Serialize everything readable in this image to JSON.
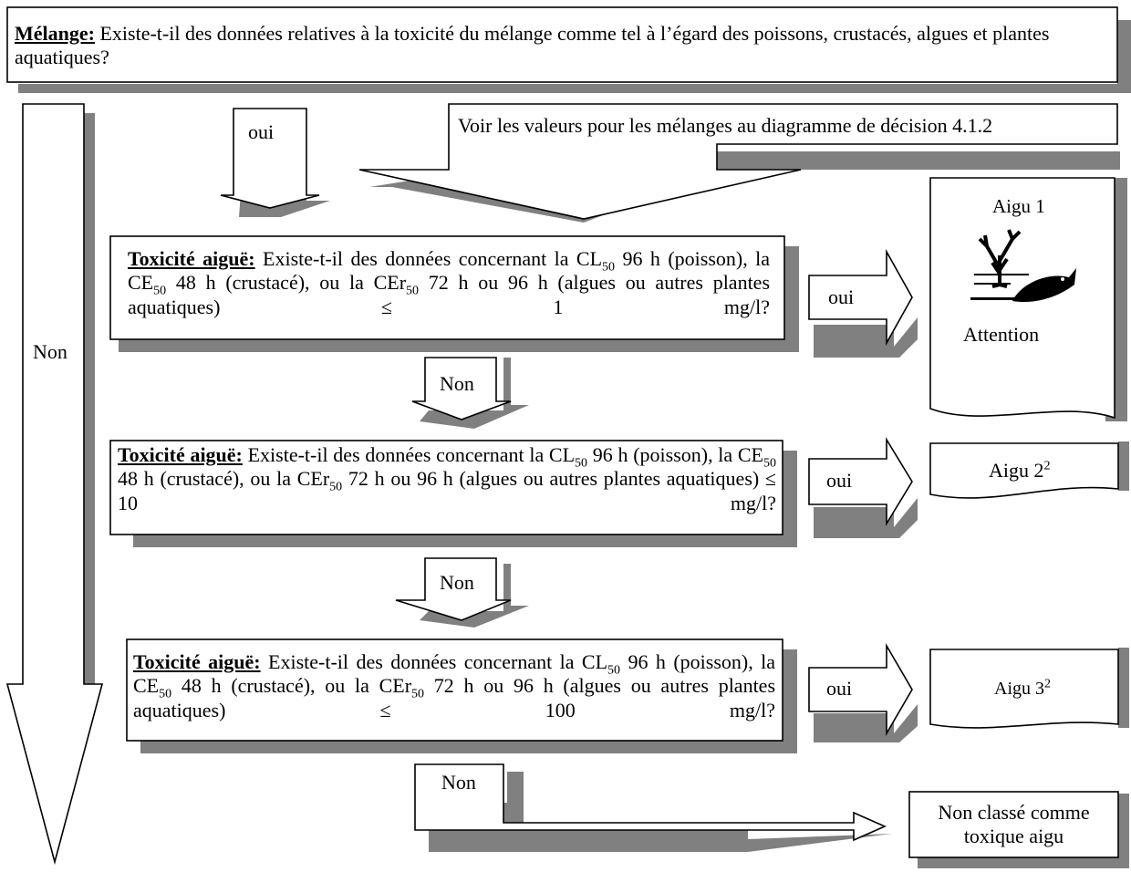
{
  "top_box": {
    "term": "Mélange:",
    "question": "Existe-t-il des données relatives à la toxicité du mélange comme tel à l’égard des poissons, crustacés, algues et plantes aquatiques?"
  },
  "see_values_note": "Voir les valeurs pour les mélanges au diagramme de décision 4.1.2",
  "left_arrow_label": "Non",
  "top_yes_label": "oui",
  "questions": [
    {
      "term": "Toxicité aiguë:",
      "q1": "Existe-t-il des données concernant la CL",
      "sub1": "50",
      "q2": "96 h (poisson), la CE",
      "sub2": "50",
      "q3": "48 h (crustacé), ou la CEr",
      "sub3": "50",
      "q4": "72 h ou 96 h (algues ou autres plantes aquatiques) ≤ 1 mg/l?",
      "yes_label": "oui",
      "no_label": "Non"
    },
    {
      "term": "Toxicité aiguë:",
      "q1": "Existe-t-il des données concernant la CL",
      "sub1": "50",
      "q2": "96 h (poisson), la CE",
      "sub2": "50",
      "q3": "48 h (crustacé), ou la CEr",
      "sub3": "50",
      "q4": "72 h ou 96 h (algues ou autres plantes aquatiques) ≤ 10 mg/l?",
      "yes_label": "oui",
      "no_label": "Non"
    },
    {
      "term": "Toxicité aiguë:",
      "q1": "Existe-t-il des données concernant la CL",
      "sub1": "50",
      "q2": "96 h (poisson), la CE",
      "sub2": "50",
      "q3": "48 h (crustacé), ou la CEr",
      "sub3": "50",
      "q4": "72 h ou 96 h (algues ou autres plantes aquatiques) ≤ 100 mg/l?",
      "yes_label": "oui",
      "no_label": "Non"
    }
  ],
  "outcomes": {
    "acute1": {
      "label": "Aigu 1",
      "signal": "Attention",
      "pictogram": "environment-pictogram"
    },
    "acute2": {
      "label": "Aigu 2",
      "sup": "2"
    },
    "acute3": {
      "label": "Aigu 3",
      "sup": "2"
    },
    "not_classified": {
      "line1": "Non classé comme",
      "line2": "toxique aigu"
    }
  }
}
